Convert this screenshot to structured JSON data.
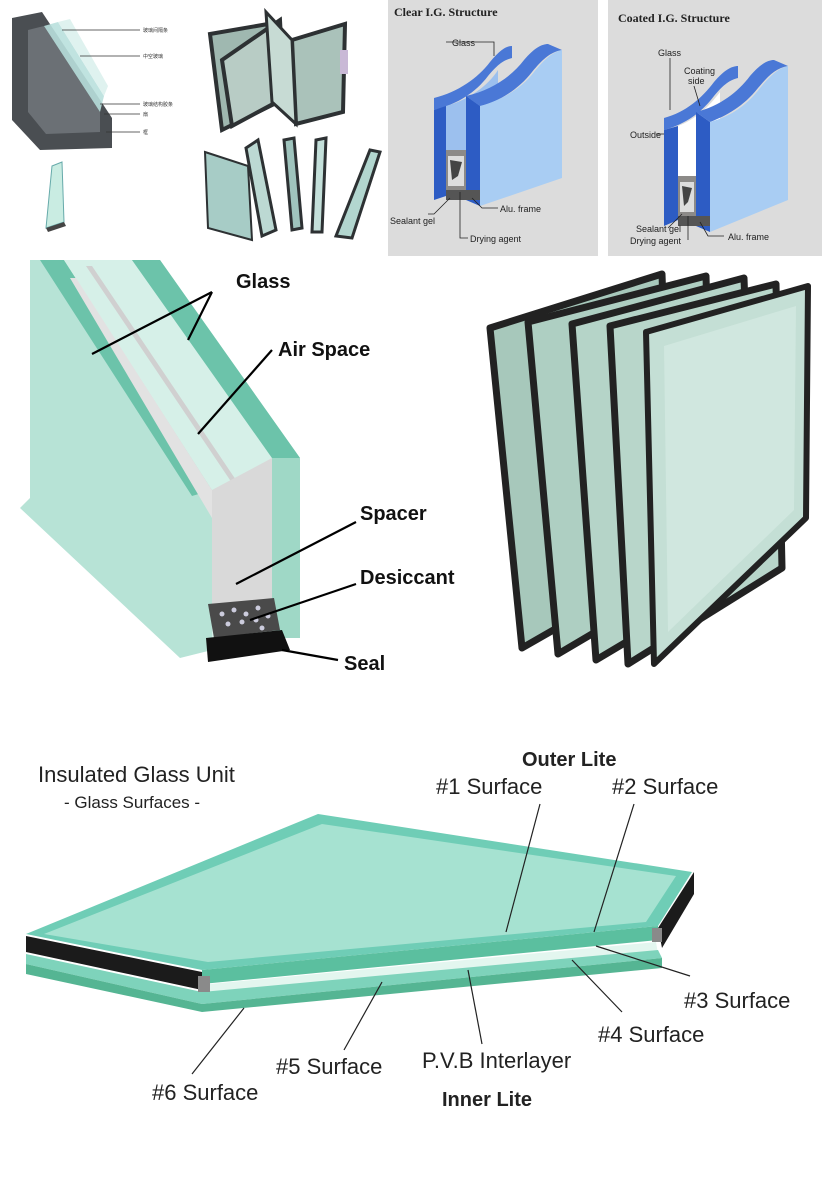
{
  "window_frame": {
    "labels": [
      "玻璃间隔条",
      "中空玻璃",
      "玻璃结构胶条",
      "扇",
      "框"
    ]
  },
  "clear_ig": {
    "title": "Clear I.G. Structure",
    "glass": "Glass",
    "sealant": "Sealant gel",
    "alu": "Alu. frame",
    "drying": "Drying agent"
  },
  "coated_ig": {
    "title": "Coated I.G. Structure",
    "glass": "Glass",
    "coating": "Coating side",
    "outside": "Outside",
    "sealant": "Sealant gel",
    "drying": "Drying agent",
    "alu": "Alu. frame"
  },
  "section_diagram": {
    "glass": "Glass",
    "air_space": "Air Space",
    "spacer": "Spacer",
    "desiccant": "Desiccant",
    "seal": "Seal"
  },
  "igu": {
    "title": "Insulated Glass Unit",
    "subtitle": "- Glass Surfaces -",
    "outer_lite": "Outer Lite",
    "inner_lite": "Inner Lite",
    "s1": "#1 Surface",
    "s2": "#2 Surface",
    "s3": "#3 Surface",
    "s4": "#4 Surface",
    "s5": "#5 Surface",
    "s6": "#6 Surface",
    "pvb": "P.V.B Interlayer"
  },
  "colors": {
    "glass_green": "#a9dccd",
    "glass_edge": "#5fb8a2",
    "glass_blue": "#5b8fd8",
    "panel_grey": "#dcdcdc",
    "frame_dark": "#3a3d40",
    "seal_black": "#111111"
  }
}
